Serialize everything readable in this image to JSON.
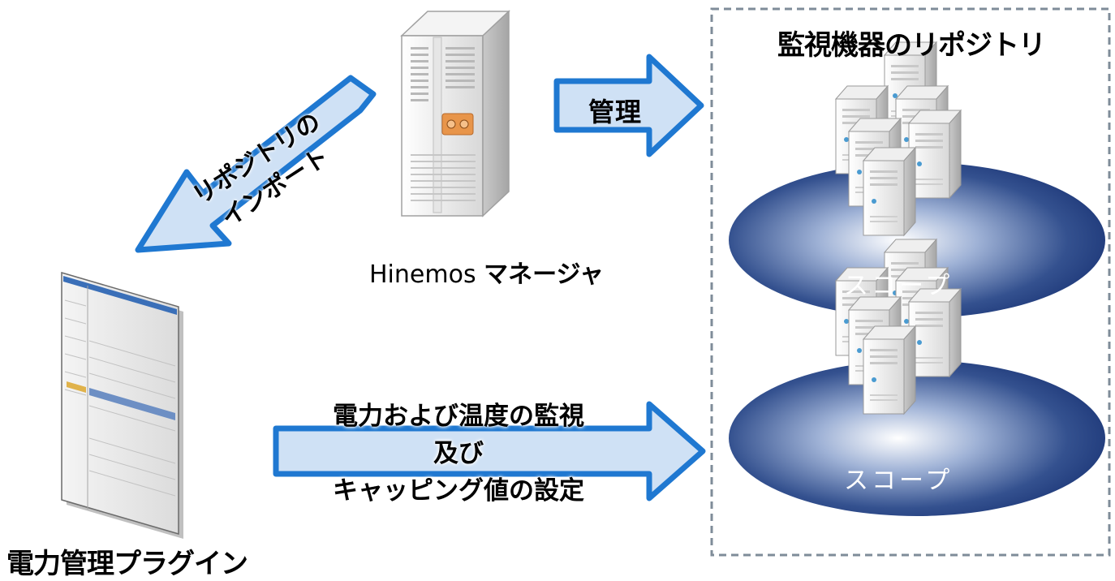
{
  "repository": {
    "title": "監視機器のリポジトリ"
  },
  "manager": {
    "name": "Hinemos",
    "role": "マネージャ"
  },
  "plugin": {
    "label": "電力管理プラグイン"
  },
  "arrows": {
    "manage": "管理",
    "import_lines": [
      "リポジトリの",
      "インポート"
    ],
    "monitor_lines": [
      "電力および温度の監視",
      "及び",
      "キャッピング値の設定"
    ]
  },
  "scopes": [
    {
      "label": "スコープ"
    },
    {
      "label": "スコープ"
    }
  ],
  "colors": {
    "arrow_fill": "#cfe1f5",
    "arrow_stroke": "#1f78d1",
    "scope_fill": "#223f83",
    "border": "#7f8c99"
  }
}
